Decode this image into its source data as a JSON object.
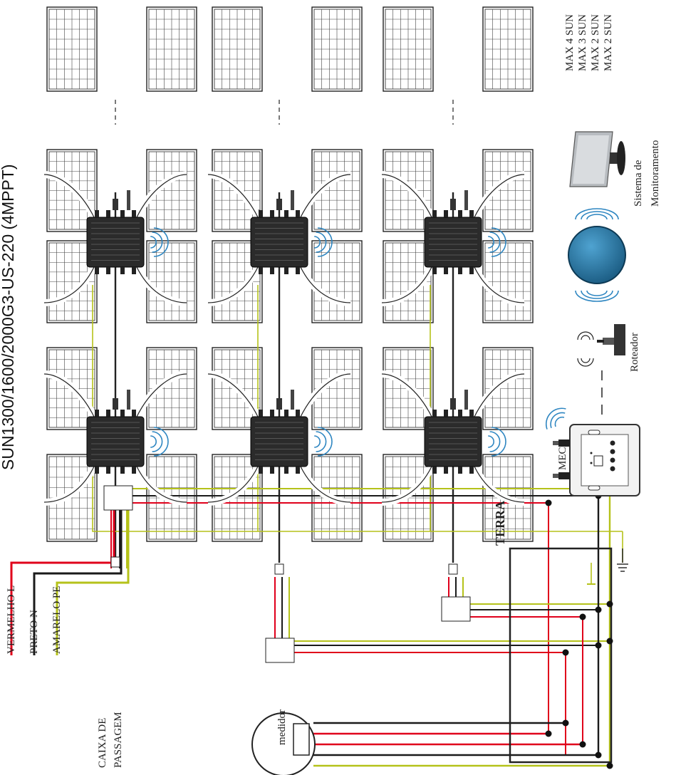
{
  "diagram": {
    "title": "SUN1300/1600/2000G3-US-220 (4MPPT)",
    "legend": {
      "red": "VERMELHO L",
      "black": "PRETO N",
      "yellow": "AMARELO PE"
    },
    "labels": {
      "junction_box": [
        "CAIXA DE",
        "PASSAGEM"
      ],
      "meter": "medidor",
      "ground": "TERRA",
      "mecd": "MECD",
      "router": "Roteador",
      "monitoring": [
        "Sistema de",
        "Monitoramento"
      ]
    },
    "max_notes": [
      "MAX 4 SUN",
      "MAX 3 SUN",
      "MAX 2 SUN",
      "MAX 2 SUN"
    ],
    "colors": {
      "red_wire": "#e0001b",
      "black_wire": "#1a1a1a",
      "yellow_wire": "#b5c21a",
      "inverter": "#2b2b2b",
      "wifi": "#2e86c1",
      "cloud": "#1d5f86"
    }
  }
}
